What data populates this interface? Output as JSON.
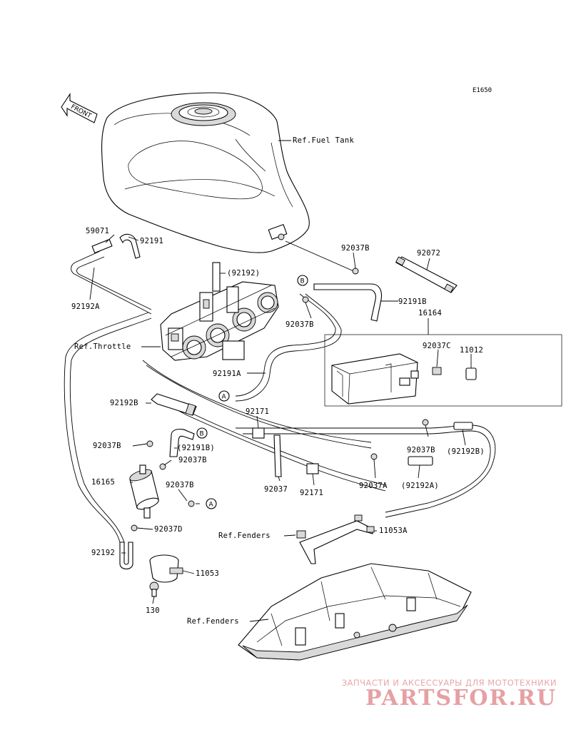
{
  "diagram_code": "E1650",
  "front_label": "FRONT",
  "refs": {
    "fuel_tank": "Ref.Fuel Tank",
    "throttle": "Ref.Throttle",
    "fenders_a": "Ref.Fenders",
    "fenders_b": "Ref.Fenders"
  },
  "parts": {
    "p59071": "59071",
    "p92191": "92191",
    "p92192_paren": "(92192)",
    "p92192A": "92192A",
    "p92037B_1": "92037B",
    "p92072": "92072",
    "p92037B_2": "92037B",
    "p92191B": "92191B",
    "p16164": "16164",
    "p92037C": "92037C",
    "p11012": "11012",
    "p92191A": "92191A",
    "p92192B": "92192B",
    "p92171_1": "92171",
    "p92037B_3": "92037B",
    "p92191B_paren": "(92191B)",
    "p92037B_4": "92037B",
    "p92037B_5": "92037B",
    "p92192B_paren": "(92192B)",
    "p16165": "16165",
    "p92037B_6": "92037B",
    "p92037": "92037",
    "p92171_2": "92171",
    "p92037A": "92037A",
    "p92192A_paren": "(92192A)",
    "p92037D": "92037D",
    "p11053A": "11053A",
    "p92192": "92192",
    "p11053": "11053",
    "p130": "130"
  },
  "markers": {
    "a": "A",
    "b": "B"
  },
  "watermark": {
    "tagline": "ЗАПЧАСТИ И АКСЕССУАРЫ ДЛЯ МОТОТЕХНИКИ",
    "brand": "PARTSFOR.RU"
  }
}
